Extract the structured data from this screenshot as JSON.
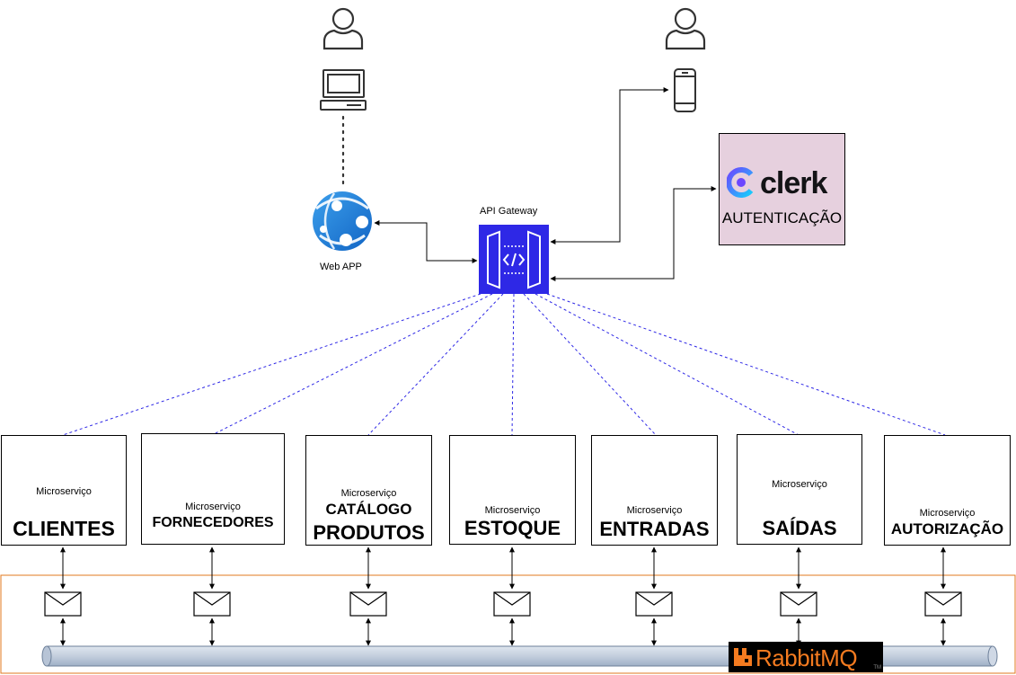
{
  "users": [
    {
      "id": "web-user",
      "icon": "user-icon"
    },
    {
      "id": "mobile-user",
      "icon": "user-icon"
    }
  ],
  "devices": {
    "laptop": "laptop-icon",
    "phone": "smartphone-icon"
  },
  "web_app": {
    "label": "Web APP",
    "icon": "web-app-globe-icon"
  },
  "gateway": {
    "label": "API Gateway",
    "icon": "api-gateway-icon",
    "color": "#2e28e6"
  },
  "auth": {
    "logo_text": "clerk",
    "label": "AUTENTICAÇÃO",
    "background": "#e6d0de",
    "logo_icon": "clerk-logo-icon"
  },
  "microservices": [
    {
      "subtitle": "Microserviço",
      "name": "CLIENTES"
    },
    {
      "subtitle": "Microserviço",
      "name": "FORNECEDORES"
    },
    {
      "subtitle": "Microserviço",
      "name_line1": "CATÁLOGO",
      "name": "PRODUTOS"
    },
    {
      "subtitle": "Microserviço",
      "name": "ESTOQUE"
    },
    {
      "subtitle": "Microserviço",
      "name": "ENTRADAS"
    },
    {
      "subtitle": "Microserviço",
      "name": "SAÍDAS"
    },
    {
      "subtitle": "Microserviço",
      "name": "AUTORIZAÇÃO"
    }
  ],
  "message_bus": {
    "label": "RabbitMQ",
    "trademark": "TM",
    "border_color": "#e07a1f",
    "pipe_color": "#c8d3e2"
  },
  "icons": {
    "service": "microservice-graph-icon",
    "database": "postgres-database-icon",
    "message": "envelope-icon",
    "accent": "#2e28e6"
  }
}
